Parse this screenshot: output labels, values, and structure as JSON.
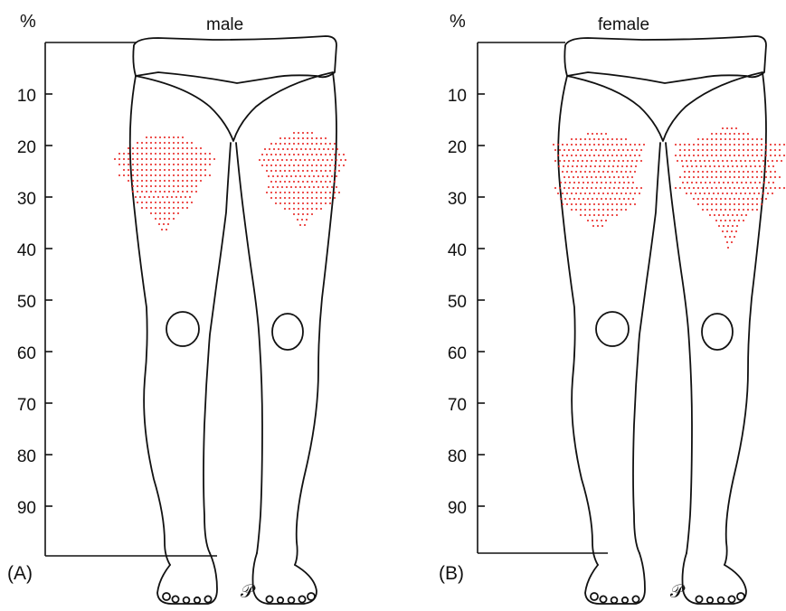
{
  "scale": {
    "unit_label": "%",
    "ticks": [
      "10",
      "20",
      "30",
      "40",
      "50",
      "60",
      "70",
      "80",
      "90"
    ]
  },
  "panels": [
    {
      "letter": "(A)",
      "title": "male",
      "marker_color": "#e8231f",
      "signature": "𝒫"
    },
    {
      "letter": "(B)",
      "title": "female",
      "marker_color": "#e8231f",
      "signature": "𝒫"
    }
  ]
}
